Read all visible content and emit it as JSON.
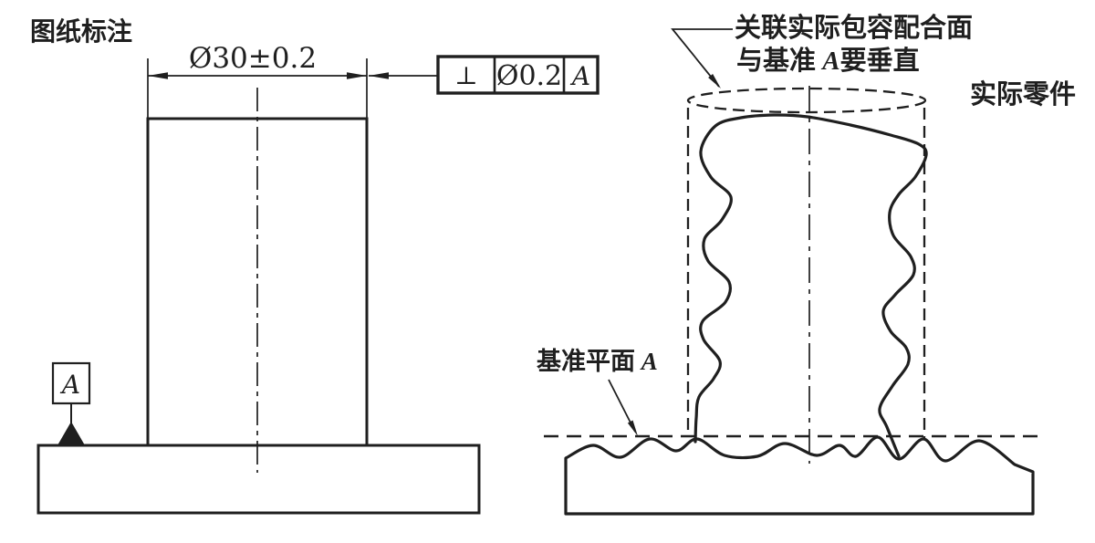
{
  "colors": {
    "ink": "#1f1f1f",
    "background": "#ffffff"
  },
  "left_figure": {
    "title": "图纸标注",
    "dimension_label": "Ø30±0.2",
    "feature_control_frame": {
      "symbol": "⊥",
      "tolerance": "Ø0.2",
      "datum": "A"
    },
    "datum_flag": "A"
  },
  "right_figure": {
    "envelope_note_line1": "关联实际包容配合面",
    "envelope_note_line2_pre": "与基准 ",
    "envelope_note_line2_datum": "A",
    "envelope_note_line2_post": "要垂直",
    "part_label": "实际零件",
    "datum_plane_pre": "基准平面 ",
    "datum_plane_datum": "A"
  }
}
